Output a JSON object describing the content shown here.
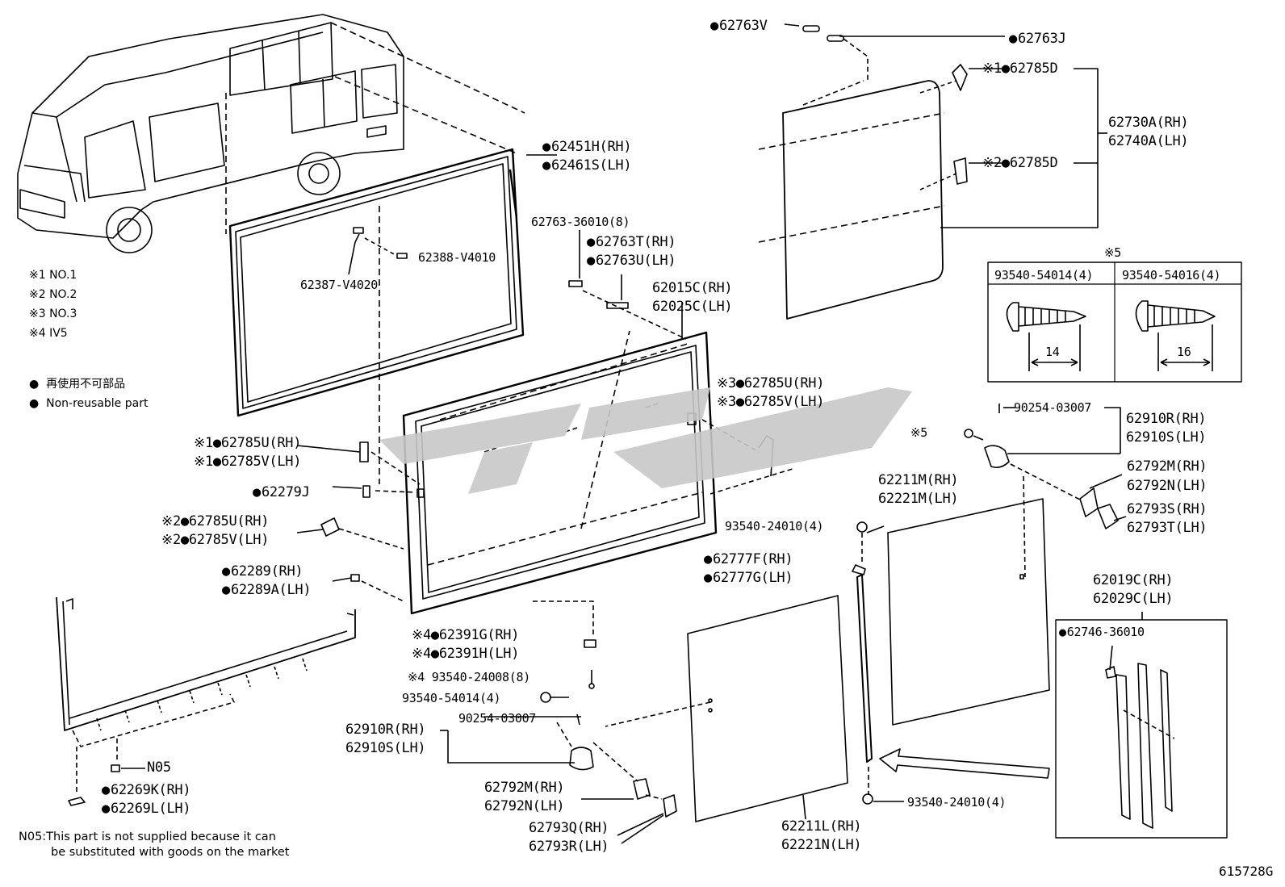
{
  "diagram_code": "615728G",
  "legend": {
    "marks": [
      "※1  NO.1",
      "※2  NO.2",
      "※3  NO.3",
      "※4  IV5"
    ],
    "nonreusable_jp": "再使用不可部品",
    "nonreusable_en": "Non-reusable part"
  },
  "note_n05": {
    "line1": "N05:This part is not supplied because it can",
    "line2": "be substituted with goods on the market"
  },
  "screw_table": {
    "title": "※5",
    "col1": "93540-54014(4)",
    "col2": "93540-54016(4)",
    "dim1": "14",
    "dim2": "16"
  },
  "watermark_color": "#c8c8c8",
  "labels": {
    "l62763V": "62763V",
    "l62763J": "62763J",
    "l62785D_1": "※1●62785D",
    "l62785D_2": "※2●62785D",
    "l62730A": "62730A(RH)",
    "l62740A": "62740A(LH)",
    "l62451H": "62451H(RH)",
    "l62461S": "62461S(LH)",
    "l62763_36010": "62763-36010(8)",
    "l62763T": "62763T(RH)",
    "l62763U": "62763U(LH)",
    "l62388": "62388-V4010",
    "l62387": "62387-V4020",
    "l62015C": "62015C(RH)",
    "l62025C": "62025C(LH)",
    "l62785U_3": "※3●62785U(RH)",
    "l62785V_3": "※3●62785V(LH)",
    "l62785U_1": "※1●62785U(RH)",
    "l62785V_1": "※1●62785V(LH)",
    "l62279J": "62279J",
    "l62785U_2": "※2●62785U(RH)",
    "l62785V_2": "※2●62785V(LH)",
    "l62289": "62289(RH)",
    "l62289A": "62289A(LH)",
    "l90254_a": "90254-03007",
    "l62910R_a": "62910R(RH)",
    "l62910S_a": "62910S(LH)",
    "l5mark": "※5",
    "l62211M": "62211M(RH)",
    "l62221M": "62221M(LH)",
    "l62792M_a": "62792M(RH)",
    "l62792N_a": "62792N(LH)",
    "l62793S": "62793S(RH)",
    "l62793T": "62793T(LH)",
    "l93540_24010a": "93540-24010(4)",
    "l62777F": "62777F(RH)",
    "l62777G": "62777G(LH)",
    "l62019C": "62019C(RH)",
    "l62029C": "62029C(LH)",
    "l62746": "62746-36010",
    "l62391G": "※4●62391G(RH)",
    "l62391H": "※4●62391H(LH)",
    "l93540_24008": "※4 93540-24008(8)",
    "l93540_54014": "93540-54014(4)",
    "l90254_b": "90254-03007",
    "l62910R_b": "62910R(RH)",
    "l62910S_b": "62910S(LH)",
    "lN05": "N05",
    "l62269K": "62269K(RH)",
    "l62269L": "62269L(LH)",
    "l62792M_b": "62792M(RH)",
    "l62792N_b": "62792N(LH)",
    "l62793Q": "62793Q(RH)",
    "l62793R": "62793R(LH)",
    "l93540_24010b": "93540-24010(4)",
    "l62211L": "62211L(RH)",
    "l62221N": "62221N(LH)"
  }
}
